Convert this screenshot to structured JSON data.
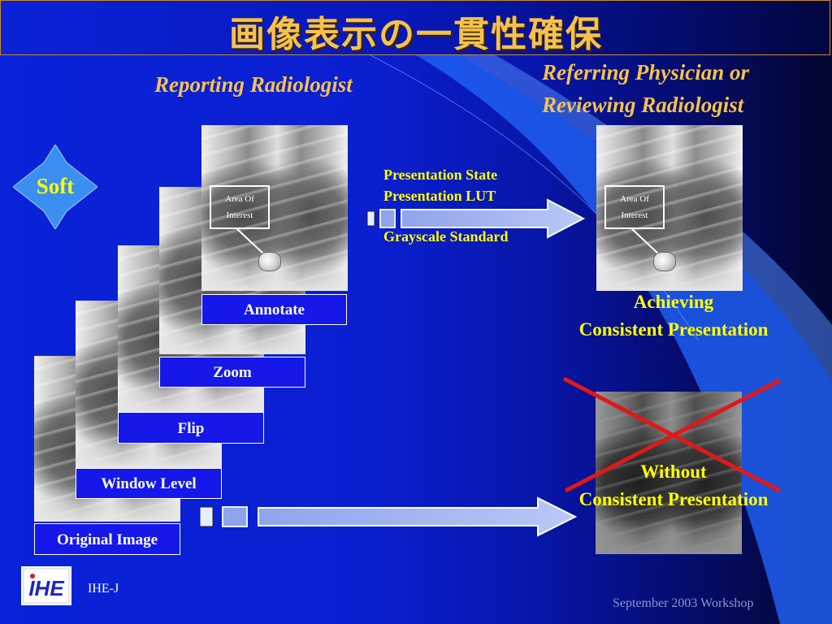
{
  "title": "画像表示の一貫性確保",
  "reporting_heading": "Reporting Radiologist",
  "referring_heading_line1": "Referring Physician or",
  "referring_heading_line2": "Reviewing Radiologist",
  "soft_badge": "Soft",
  "stack_labels": {
    "annotate": "Annotate",
    "zoom": "Zoom",
    "flip": "Flip",
    "window_level": "Window Level",
    "original_image": "Original Image"
  },
  "roi_label_line1": "Area Of",
  "roi_label_line2": "Interest",
  "presentation_info": {
    "line1": "Presentation State",
    "line2": "Presentation LUT",
    "line3": "Grayscale Standard"
  },
  "achieving": {
    "line1": "Achieving",
    "line2": "Consistent Presentation"
  },
  "without": {
    "line1": "Without",
    "line2": "Consistent Presentation"
  },
  "footer": {
    "org": "IHE-J",
    "event": "September 2003 Workshop",
    "logo_text": "IHE"
  },
  "colors": {
    "title_gold": "#f6c24a",
    "highlight_yellow": "#ffff00",
    "label_blue": "#1518e8",
    "cross_red": "#e01818"
  }
}
